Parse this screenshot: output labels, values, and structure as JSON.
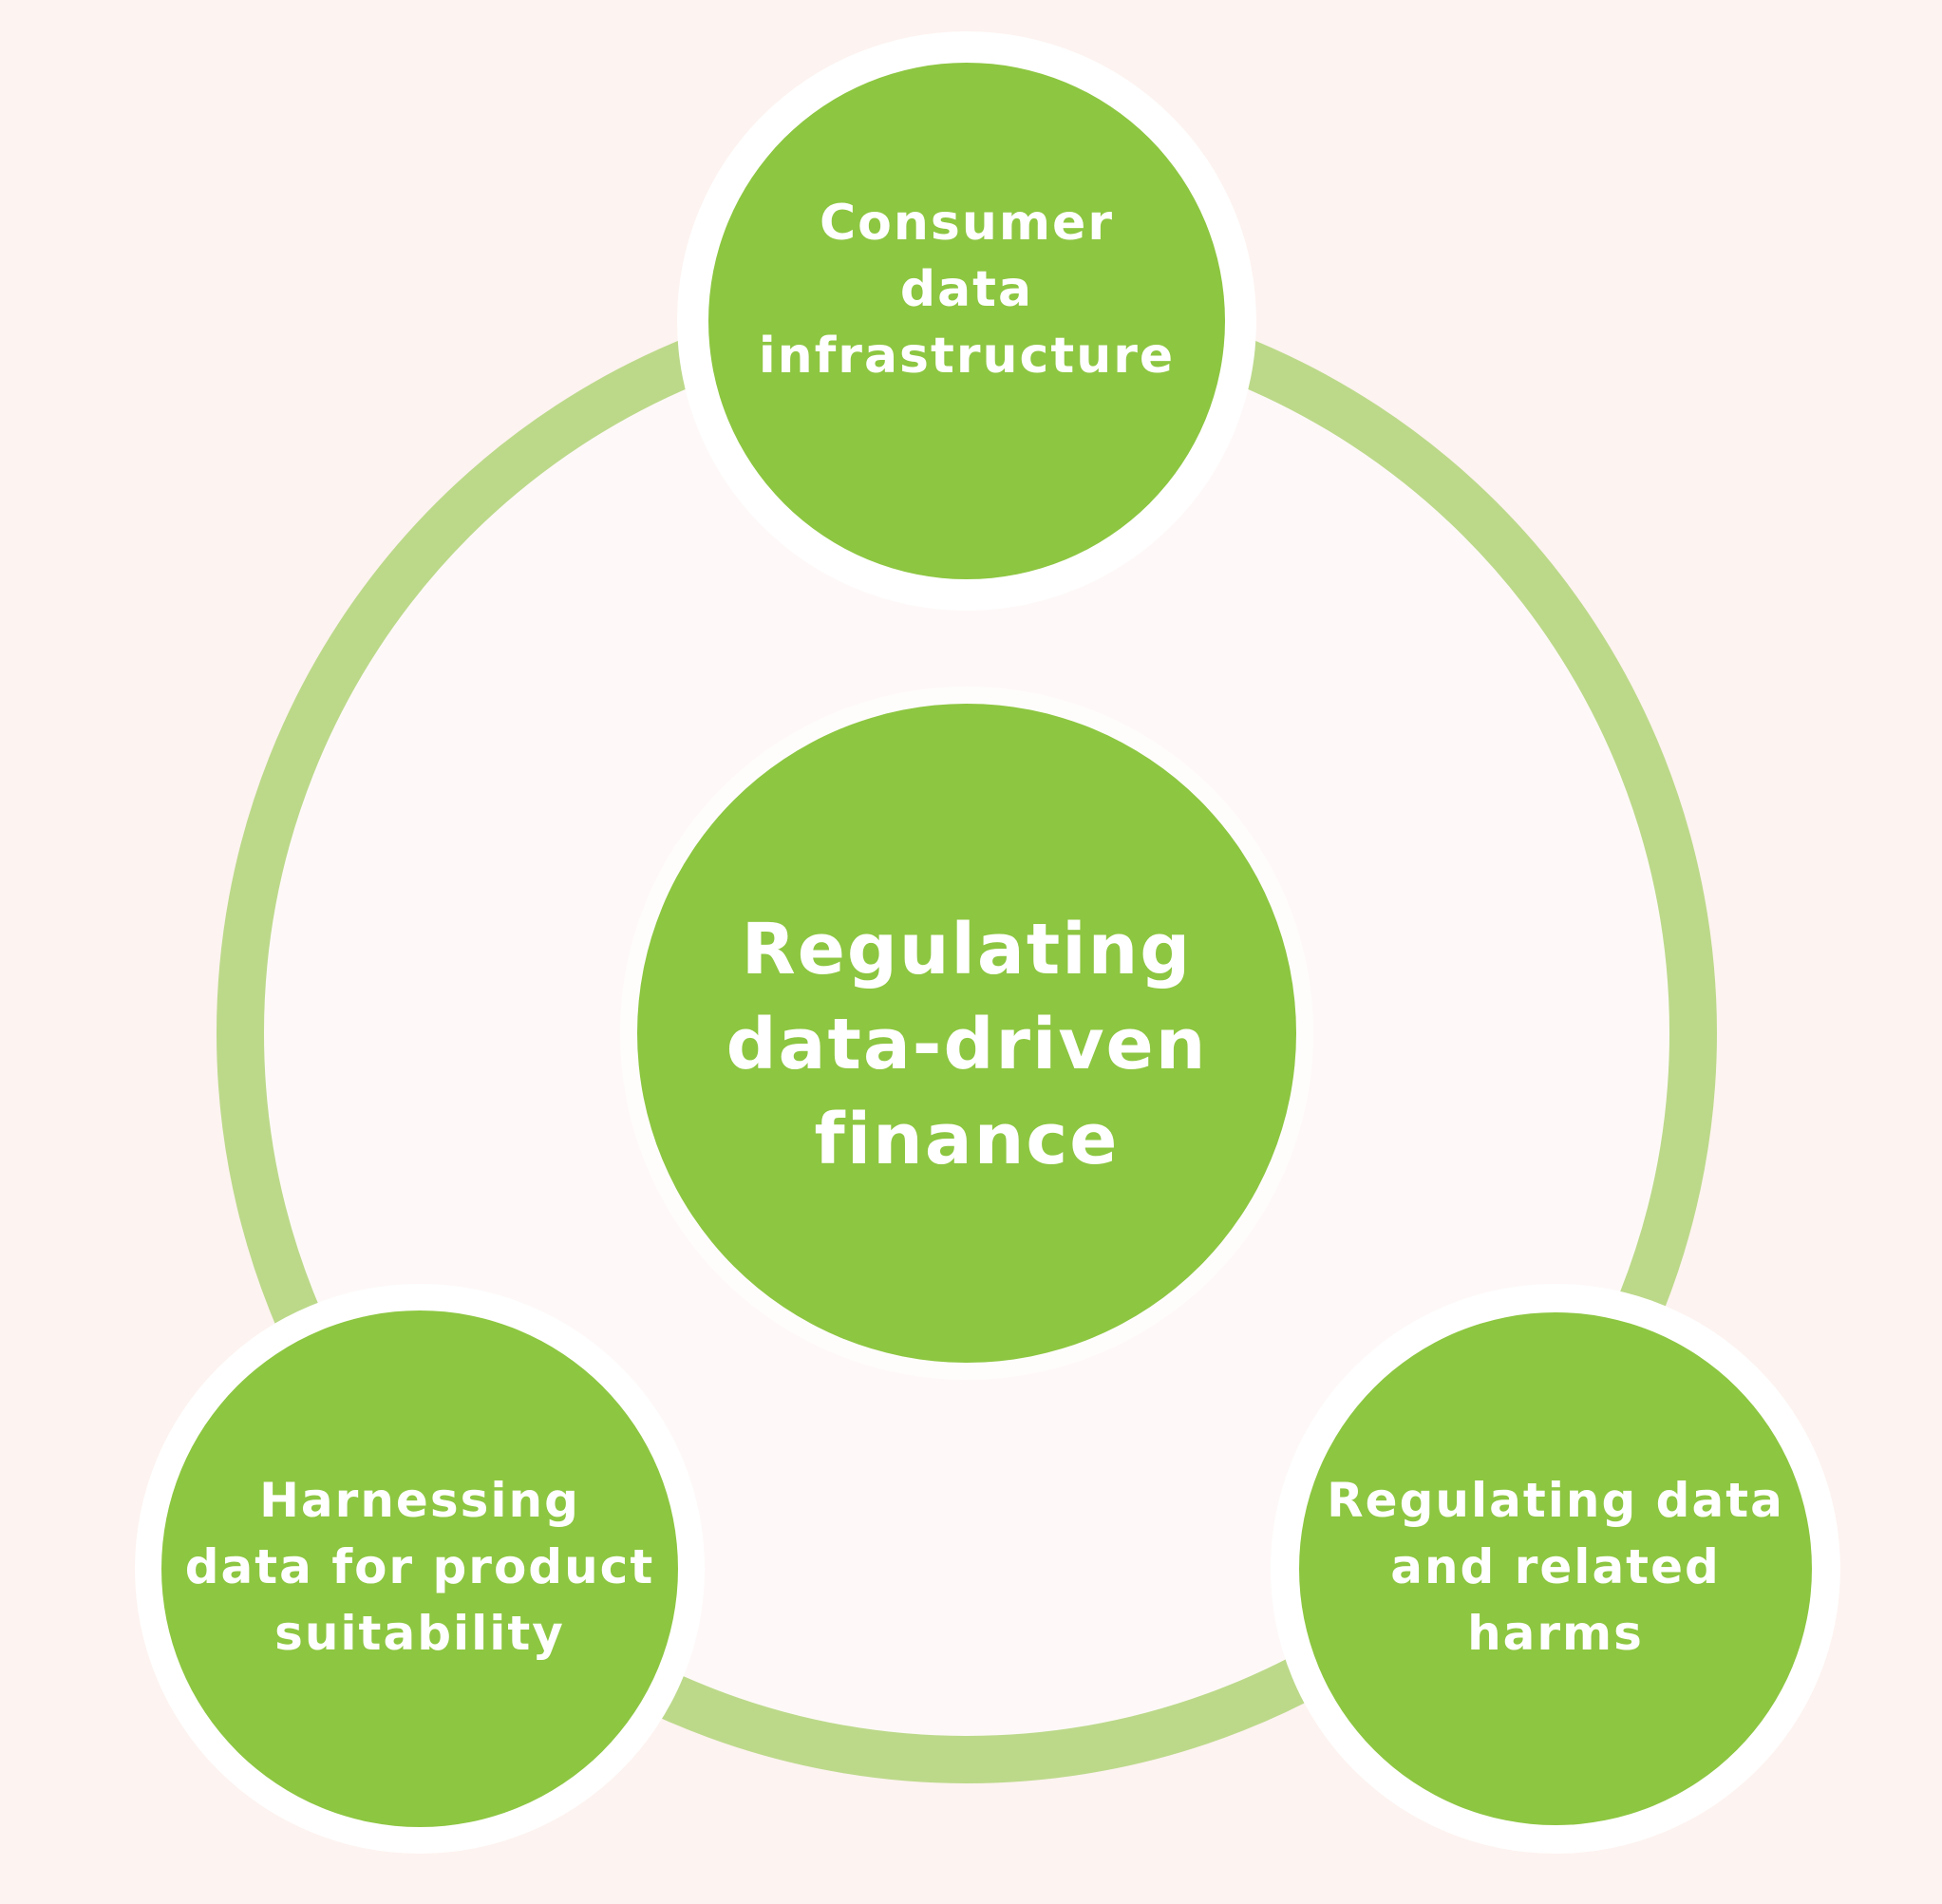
{
  "diagram": {
    "type": "hub-and-spoke cycle",
    "colors": {
      "background": "#fdf3f0",
      "inner_fill": "#fef9f8",
      "ring": "#bcd98a",
      "node_fill": "#8dc641",
      "node_border": "#ffffff",
      "text": "#ffffff"
    },
    "center": {
      "title": "Regulating\ndata-driven\nfinance"
    },
    "nodes": [
      {
        "id": "top",
        "label": "Consumer\ndata\ninfrastructure"
      },
      {
        "id": "bottom-right",
        "label": "Regulating data\nand related harms"
      },
      {
        "id": "bottom-left",
        "label": "Harnessing\ndata for product\nsuitability"
      }
    ]
  }
}
